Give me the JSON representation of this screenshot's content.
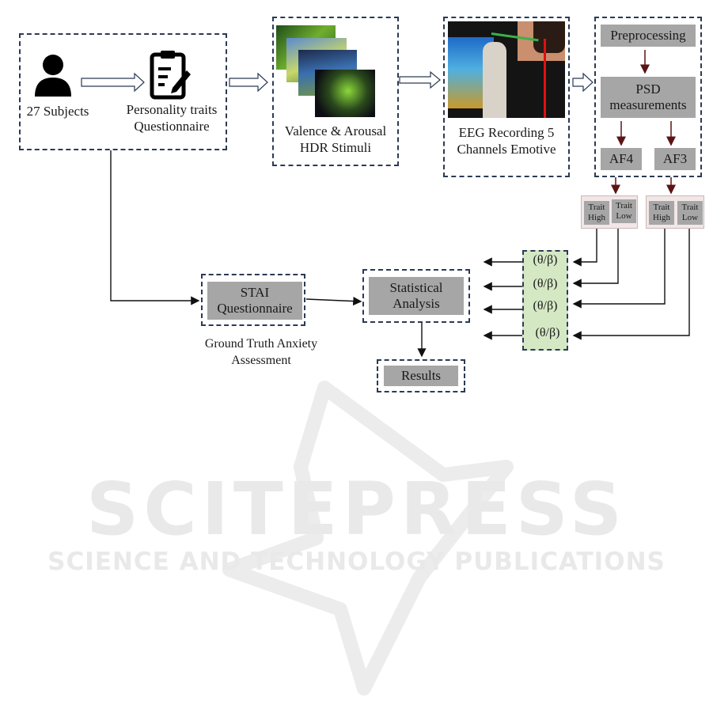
{
  "subjects": {
    "label": "27 Subjects"
  },
  "questionnaire": {
    "line1": "Personality traits",
    "line2": "Questionnaire"
  },
  "stimuli": {
    "line1": "Valence & Arousal",
    "line2": "HDR Stimuli"
  },
  "eeg": {
    "line1": "EEG  Recording 5",
    "line2": "Channels Emotive"
  },
  "pipeline": {
    "preprocessing": "Preprocessing",
    "psd_line1": "PSD",
    "psd_line2": "measurements",
    "af4": "AF4",
    "af3": "AF3"
  },
  "traits": {
    "left": {
      "high_1": "Trait",
      "high_2": "High",
      "low_1": "Trait",
      "low_2": "Low"
    },
    "right": {
      "high_1": "Trait",
      "high_2": "High",
      "low_1": "Trait",
      "low_2": "Low"
    }
  },
  "ratios": [
    "(θ/β)",
    "(θ/β)",
    "(θ/β)",
    "(θ/β)"
  ],
  "stai": {
    "line1": "STAI",
    "line2": "Questionnaire"
  },
  "ground_truth": {
    "line1": "Ground Truth Anxiety",
    "line2": "Assessment"
  },
  "analysis": {
    "line1": "Statistical",
    "line2": "Analysis"
  },
  "results": {
    "label": "Results"
  },
  "watermark": {
    "line1": "SCITEPRESS",
    "line2": "SCIENCE AND TECHNOLOGY PUBLICATIONS"
  },
  "icons": [
    "person-icon",
    "clipboard-icon",
    "stimulus-images",
    "eeg-photo"
  ],
  "colors": {
    "dash_border": "#2b3a55",
    "gray_box": "#a6a6a6",
    "ratio_fill": "#d5e8c4",
    "arrow_red": "#6b1a1a"
  }
}
